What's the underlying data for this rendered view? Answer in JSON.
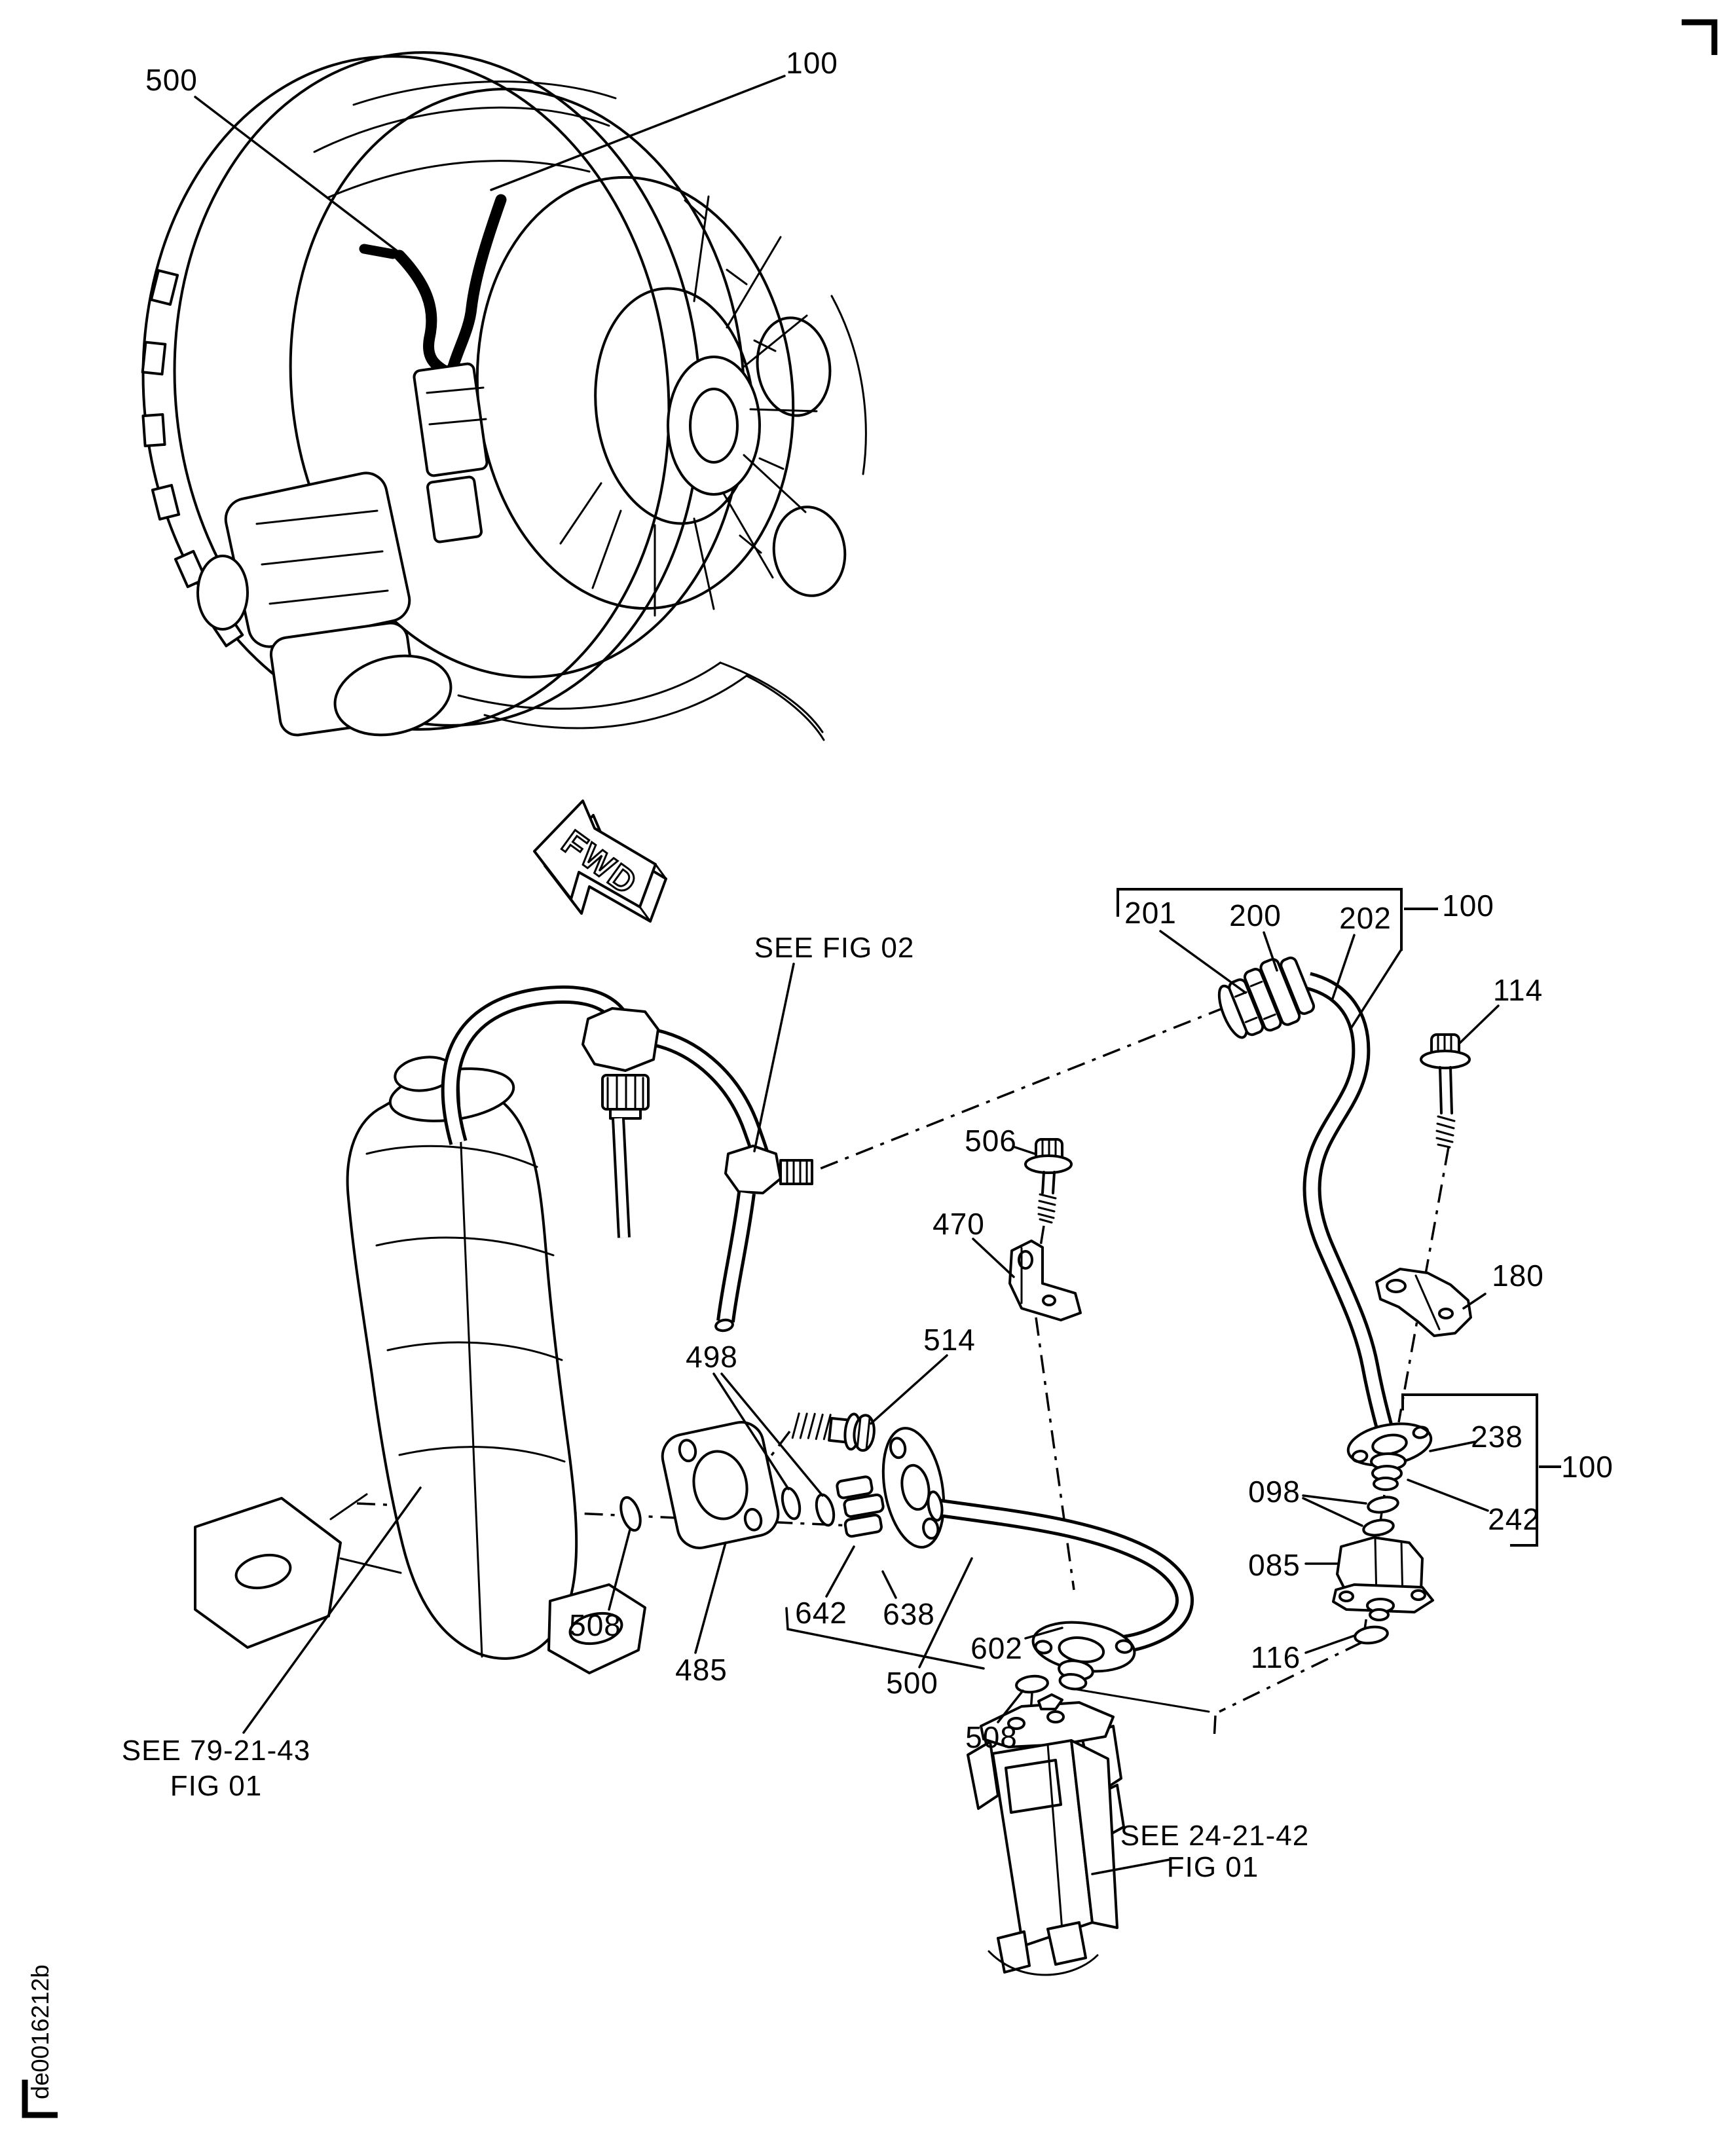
{
  "page": {
    "background": "#ffffff",
    "ink": "#000000",
    "sheet_code_vertical": "de0016212b"
  },
  "fwd_arrow": {
    "label": "FWD"
  },
  "references": {
    "fig02": "SEE FIG 02",
    "ref7921_line1": "SEE 79-21-43",
    "ref7921_line2": "FIG 01",
    "ref2421_line1": "SEE 24-21-42",
    "ref2421_line2": "FIG 01"
  },
  "callouts": [
    {
      "id": "engine-500",
      "text": "500"
    },
    {
      "id": "engine-100",
      "text": "100"
    },
    {
      "id": "hose-201",
      "text": "201"
    },
    {
      "id": "hose-200",
      "text": "200"
    },
    {
      "id": "hose-202",
      "text": "202"
    },
    {
      "id": "hose-assy-100",
      "text": "100"
    },
    {
      "id": "bolt-114",
      "text": "114"
    },
    {
      "id": "bracket-180",
      "text": "180"
    },
    {
      "id": "flange-238",
      "text": "238"
    },
    {
      "id": "fitting-242",
      "text": "242"
    },
    {
      "id": "packing-098",
      "text": "098"
    },
    {
      "id": "nut-085",
      "text": "085"
    },
    {
      "id": "packing-116",
      "text": "116"
    },
    {
      "id": "group-100",
      "text": "100"
    },
    {
      "id": "bolt-506",
      "text": "506"
    },
    {
      "id": "bracket-470",
      "text": "470"
    },
    {
      "id": "bolt-514",
      "text": "514"
    },
    {
      "id": "packing-498",
      "text": "498"
    },
    {
      "id": "packing-508-left",
      "text": "508"
    },
    {
      "id": "flange-485",
      "text": "485"
    },
    {
      "id": "fitting-642",
      "text": "642"
    },
    {
      "id": "flange-638",
      "text": "638"
    },
    {
      "id": "flange-602",
      "text": "602"
    },
    {
      "id": "tube-500",
      "text": "500"
    },
    {
      "id": "packing-508-lower",
      "text": "508"
    }
  ]
}
